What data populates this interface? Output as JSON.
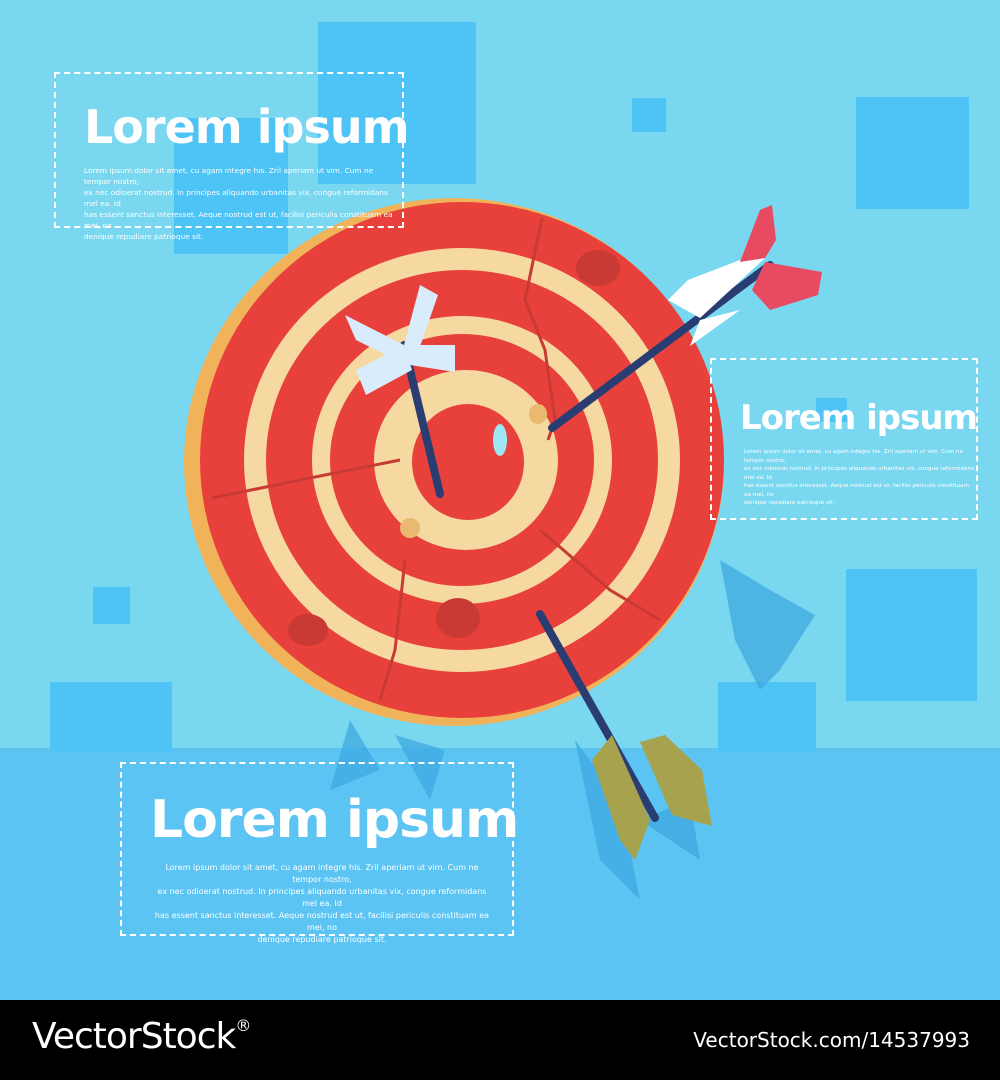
{
  "colors": {
    "sky": "#7ad7f0",
    "square": "#4ec3f6",
    "band": "#5bc4f3",
    "target_red": "#e8413c",
    "target_cream": "#f6d9a0",
    "shaft": "#2a3d73"
  },
  "panels": [
    {
      "heading": "Lorem ipsum",
      "body": "Lorem ipsum dolor sit amet, cu agam integre his. Zril aperiam ut vim. Cum ne tempor nostro,\nex nec odioerat nostrud. In principes aliquando urbanitas vix, congue reformidans mel ea. Id\nhas essent sanctus interesset. Aeque nostrud est ut, facilisi periculis constituam ea mei, no\ndenique repudiare patrioque sit."
    },
    {
      "heading": "Lorem ipsum",
      "body": "Lorem ipsum dolor sit amet, cu agam integre his. Zril aperiam ut vim. Cum ne tempor nostro,\nex nec odioerat nostrud. In principes aliquando urbanitas vix, congue reformidans mel ea. Id\nhas essent sanctus interesset. Aeque nostrud est ut, facilisi periculis constituam ea mei, no\ndenique repudiare patrioque sit."
    },
    {
      "heading": "Lorem ipsum",
      "body": "Lorem ipsum dolor sit amet, cu agam integre his. Zril aperiam ut vim. Cum ne tempor nostro,\nex nec odioerat nostrud. In principes aliquando urbanitas vix, congue reformidans mel ea. Id\nhas essent sanctus interesset. Aeque nostrud est ut, facilisi periculis constituam ea mei, no\ndenique repudiare patrioque sit."
    }
  ],
  "watermark": {
    "brand": "VectorStock",
    "registered": "®",
    "url": "VectorStock.com/14537993"
  }
}
